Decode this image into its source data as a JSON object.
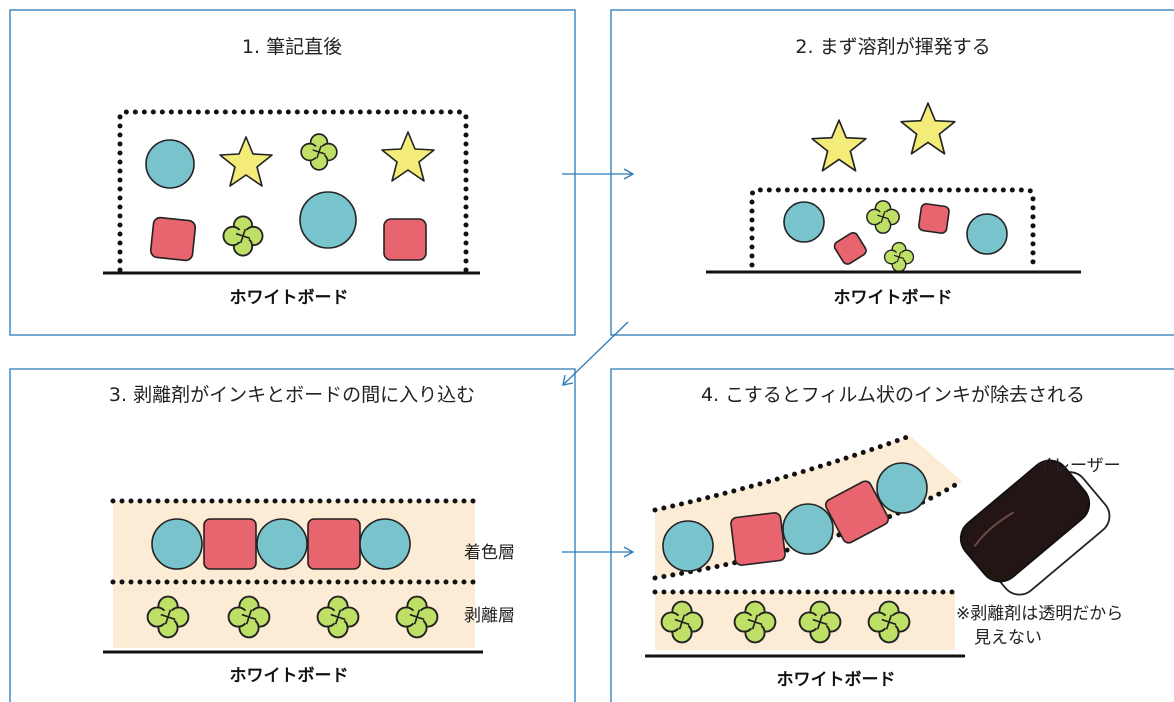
{
  "colors": {
    "frame": "#2a7ab8",
    "circle": "#79c4cc",
    "square": "#e8646e",
    "star": "#f4ec79",
    "clover": "#bfe067",
    "layer": "#fcecd6",
    "dots": "#111111",
    "eraser": "#241515"
  },
  "panels": [
    {
      "title": "1. 筆記直後",
      "board_label": "ホワイトボード"
    },
    {
      "title": "2. まず溶剤が揮発する",
      "board_label": "ホワイトボード"
    },
    {
      "title": "3. 剥離剤がインキとボードの間に入り込む",
      "board_label": "ホワイトボード",
      "colored_layer_label": "着色層",
      "release_layer_label": "剥離層"
    },
    {
      "title": "4. こするとフィルム状のインキが除去される",
      "board_label": "ホワイトボード",
      "eraser_label": "イレーザー",
      "note_line1": "※剥離剤は透明だから",
      "note_line2": "見えない"
    }
  ]
}
